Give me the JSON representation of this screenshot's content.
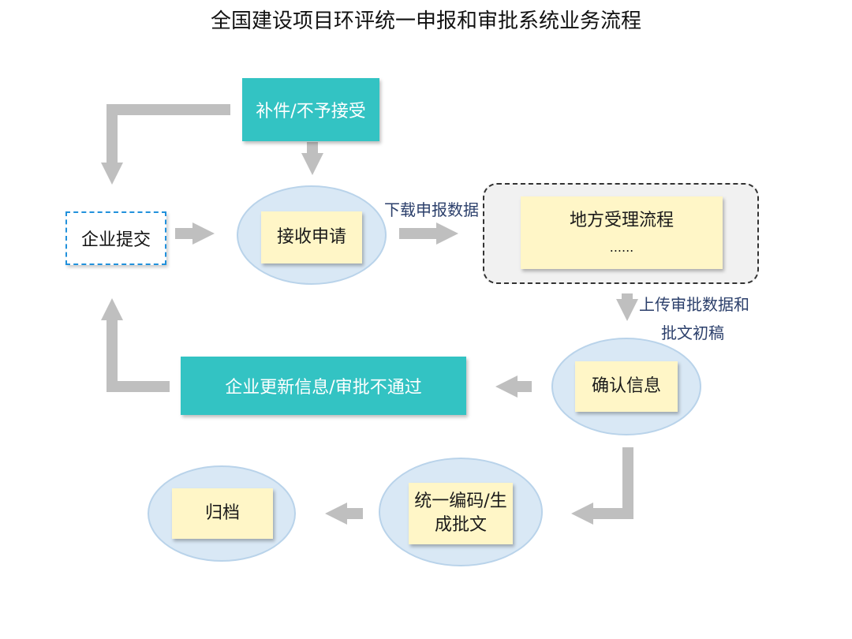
{
  "title": "全国建设项目环评统一申报和审批系统业务流程",
  "nodes": {
    "supplement": "补件/不予接受",
    "enterprise_submit": "企业提交",
    "receive": "接收申请",
    "local_process": "地方受理流程",
    "local_process_more": "......",
    "confirm": "确认信息",
    "update_fail": "企业更新信息/审批不通过",
    "unify_line1": "统一编码/生",
    "unify_line2": "成批文",
    "archive": "归档"
  },
  "edge_labels": {
    "download": "下载申报数据",
    "upload_line1": "上传审批数据和",
    "upload_line2": "批文初稿"
  },
  "colors": {
    "teal": "#33c3c3",
    "ellipse_fill": "#d9e8f5",
    "note_fill": "#fff6c7",
    "arrow_grey": "#bfbfbf",
    "dashed_blue": "#2291dc"
  }
}
